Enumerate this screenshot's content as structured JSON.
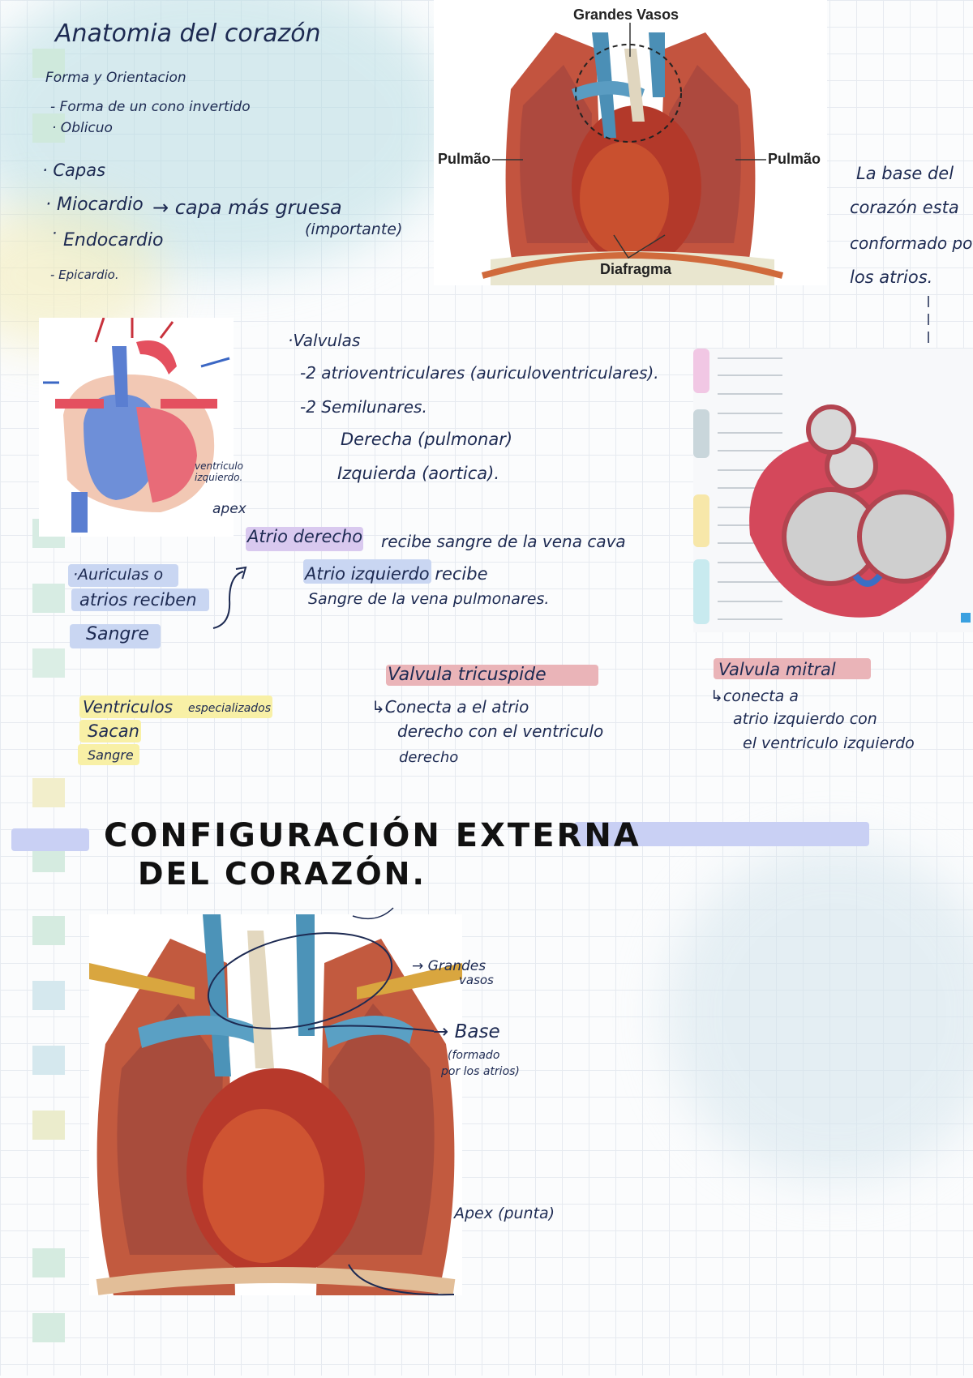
{
  "notes": {
    "title": "Anatomia del corazón",
    "forma_heading": "Forma y Orientacion",
    "forma_line1": "- Forma de un cono invertido",
    "forma_line2": "· Oblicuo",
    "capas_heading": "· Capas",
    "capa_miocardio": "· Miocardio",
    "capa_miocardio_note": "→ capa más gruesa",
    "capa_importante": "(importante)",
    "capa_endocardio": "˙ Endocardio",
    "capa_epicardio": "- Epicardio."
  },
  "figure_top": {
    "label_top": "Grandes Vasos",
    "label_left": "Pulmão",
    "label_right": "Pulmão",
    "label_bottom": "Diafragma"
  },
  "base_note": {
    "line1": "La base del",
    "line2": "corazón esta",
    "line3": "conformado por",
    "line4": "los atrios."
  },
  "valvulas": {
    "heading": "·Valvulas",
    "line1": "-2 atrioventriculares (auriculoventriculares).",
    "line2": "-2 Semilunares.",
    "line3": "Derecha (pulmonar)",
    "line4": "Izquierda (aortica)."
  },
  "heart_diagram": {
    "label_apex": "apex",
    "label_ventriculo": "ventriculo izquierdo."
  },
  "atrios": {
    "auriculas_1": "·Auriculas o",
    "auriculas_2": "atrios reciben",
    "auriculas_3": "Sangre",
    "derecho_hl": "Atrio derecho",
    "derecho_rest": "recibe sangre de la vena cava",
    "izq_1": "Atrio izquierdo recibe",
    "izq_2": "Sangre de la vena pulmonares."
  },
  "tricuspide": {
    "heading": "Valvula tricuspide",
    "line1": "↳Conecta a el atrio",
    "line2": "derecho con el ventriculo",
    "line3": "derecho"
  },
  "mitral": {
    "heading": "Valvula mitral",
    "line1": "↳conecta a",
    "line2": "atrio izquierdo con",
    "line3": "el ventriculo izquierdo"
  },
  "ventriculos": {
    "line1": "Ventriculos",
    "line1b": "especializados",
    "line2": "Sacan",
    "line3": "Sangre"
  },
  "section2": {
    "title_line1": "CONFIGURACIÓN EXTERNA",
    "title_line2": "DEL CORAZÓN."
  },
  "figure_bottom": {
    "grandes": "→ Grandes",
    "vasos": "vasos",
    "base": "→ Base",
    "base_note1": "(formado",
    "base_note2": "por los atrios)",
    "apex": "Apex (punta)"
  },
  "colors": {
    "purple_highlight": "#d9c9ef",
    "blue_highlight": "#c9d6f2",
    "pink_highlight": "#eab4b8",
    "yellow_highlight": "#f8f0a6",
    "ink": "#1d2a52"
  }
}
